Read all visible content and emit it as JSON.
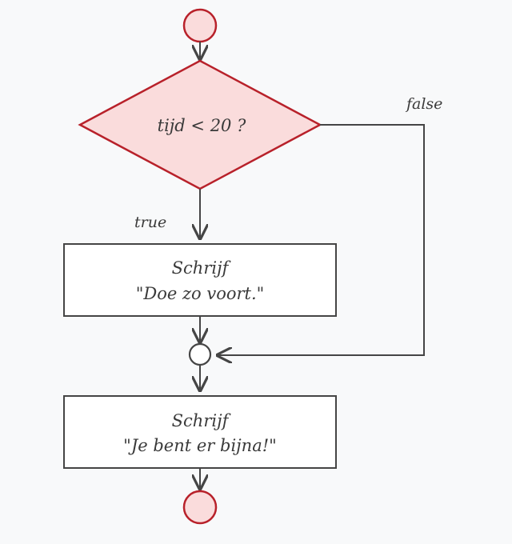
{
  "colors": {
    "background": "#f8f9fa",
    "stroke": "#454545",
    "accent_stroke": "#b8212a",
    "accent_fill": "#fadcdc",
    "box_fill": "#ffffff"
  },
  "decision": {
    "condition": "tijd < 20 ?",
    "true_label": "true",
    "false_label": "false"
  },
  "actions": [
    {
      "line1": "Schrijf",
      "line2": "\"Doe zo voort.\""
    },
    {
      "line1": "Schrijf",
      "line2": "\"Je bent er bijna!\""
    }
  ]
}
